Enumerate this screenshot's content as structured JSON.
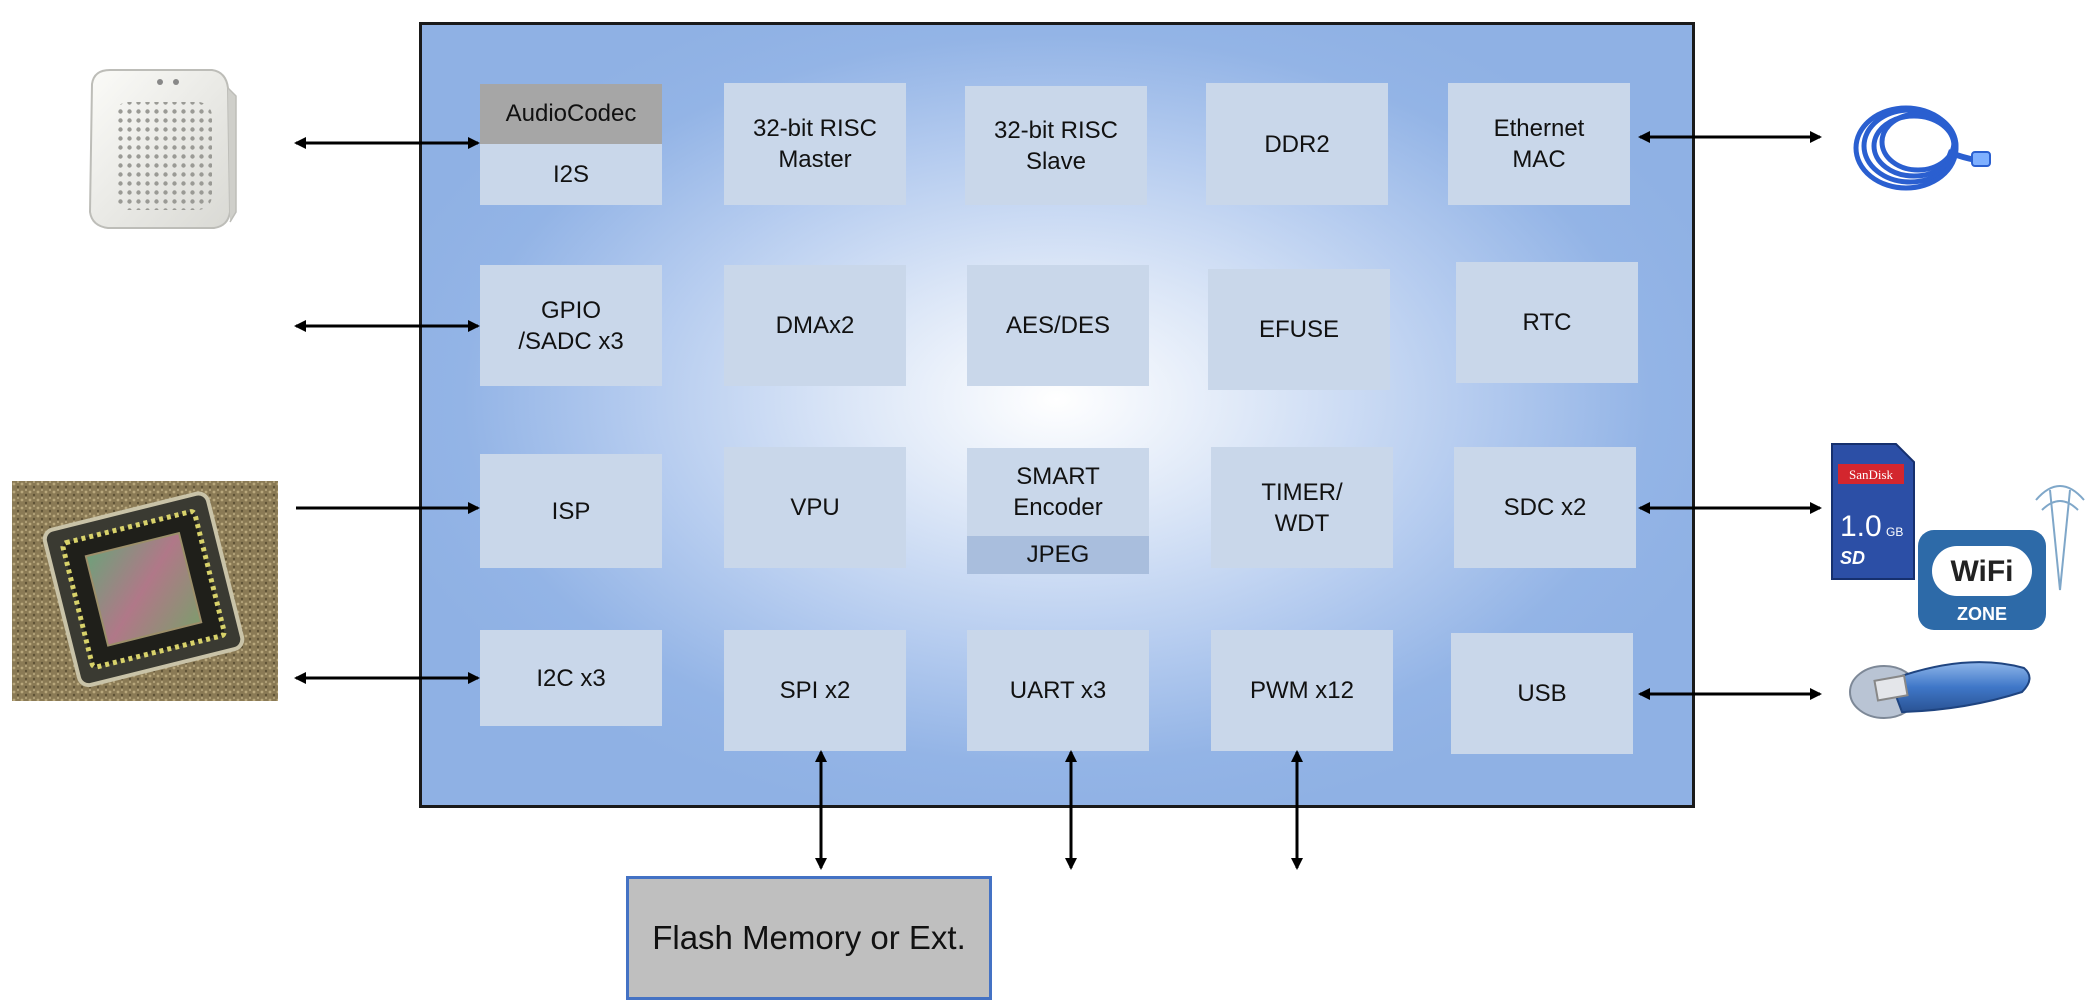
{
  "soc": {
    "audio": {
      "codec": "AudioCodec",
      "i2s": "I2S"
    },
    "risc_master": "32-bit RISC\nMaster",
    "risc_slave": "32-bit RISC\nSlave",
    "ddr2": "DDR2",
    "ethernet": "Ethernet\nMAC",
    "gpio": "GPIO\n/SADC x3",
    "dma": "DMAx2",
    "aes": "AES/DES",
    "efuse": "EFUSE",
    "rtc": "RTC",
    "isp": "ISP",
    "vpu": "VPU",
    "smart": {
      "encoder": "SMART\nEncoder",
      "jpeg": "JPEG"
    },
    "timer": "TIMER/\nWDT",
    "sdc": "SDC x2",
    "i2c": "I2C x3",
    "spi": "SPI x2",
    "uart": "UART x3",
    "pwm": "PWM x12",
    "usb": "USB"
  },
  "flash": "Flash Memory or Ext.",
  "sd_card": {
    "brand": "SanDisk",
    "capacity": "1.0",
    "unit": "GB",
    "type": "SD"
  },
  "wifi": {
    "logo": "WiFi",
    "zone": "ZONE"
  },
  "colors": {
    "block": "#c9d7ea",
    "codec": "#a6a6a6",
    "jpeg": "#a9bedd",
    "flash_border": "#4472c4",
    "chip_edge": "#8fb1e4"
  },
  "icons": [
    "speaker-icon",
    "ethernet-cable-icon",
    "image-sensor-icon",
    "sd-card-icon",
    "wifi-zone-icon",
    "usb-drive-icon"
  ]
}
